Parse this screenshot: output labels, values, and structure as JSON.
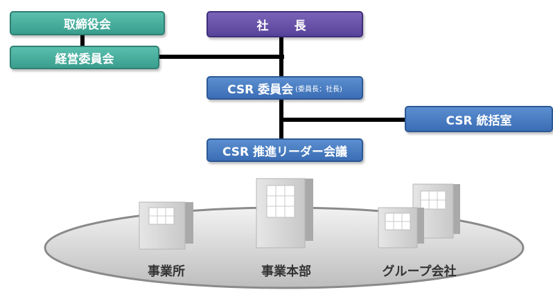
{
  "org": {
    "board": "取締役会",
    "exec_committee": "経営委員会",
    "president": "社　長",
    "csr_committee": "CSR 委員会",
    "csr_committee_note": "(委員長：社長)",
    "csr_office": "CSR 統括室",
    "promotion_meeting": "CSR 推進リーダー会議"
  },
  "sites": {
    "office": "事業所",
    "headquarters": "事業本部",
    "group": "グループ会社"
  },
  "colors": {
    "teal": "#3a9e8e",
    "purple": "#58439a",
    "blue": "#3a6db4",
    "connector": "#000000"
  },
  "icons": [
    "building-icon",
    "tall-building-icon",
    "building-icon",
    "building-icon"
  ]
}
